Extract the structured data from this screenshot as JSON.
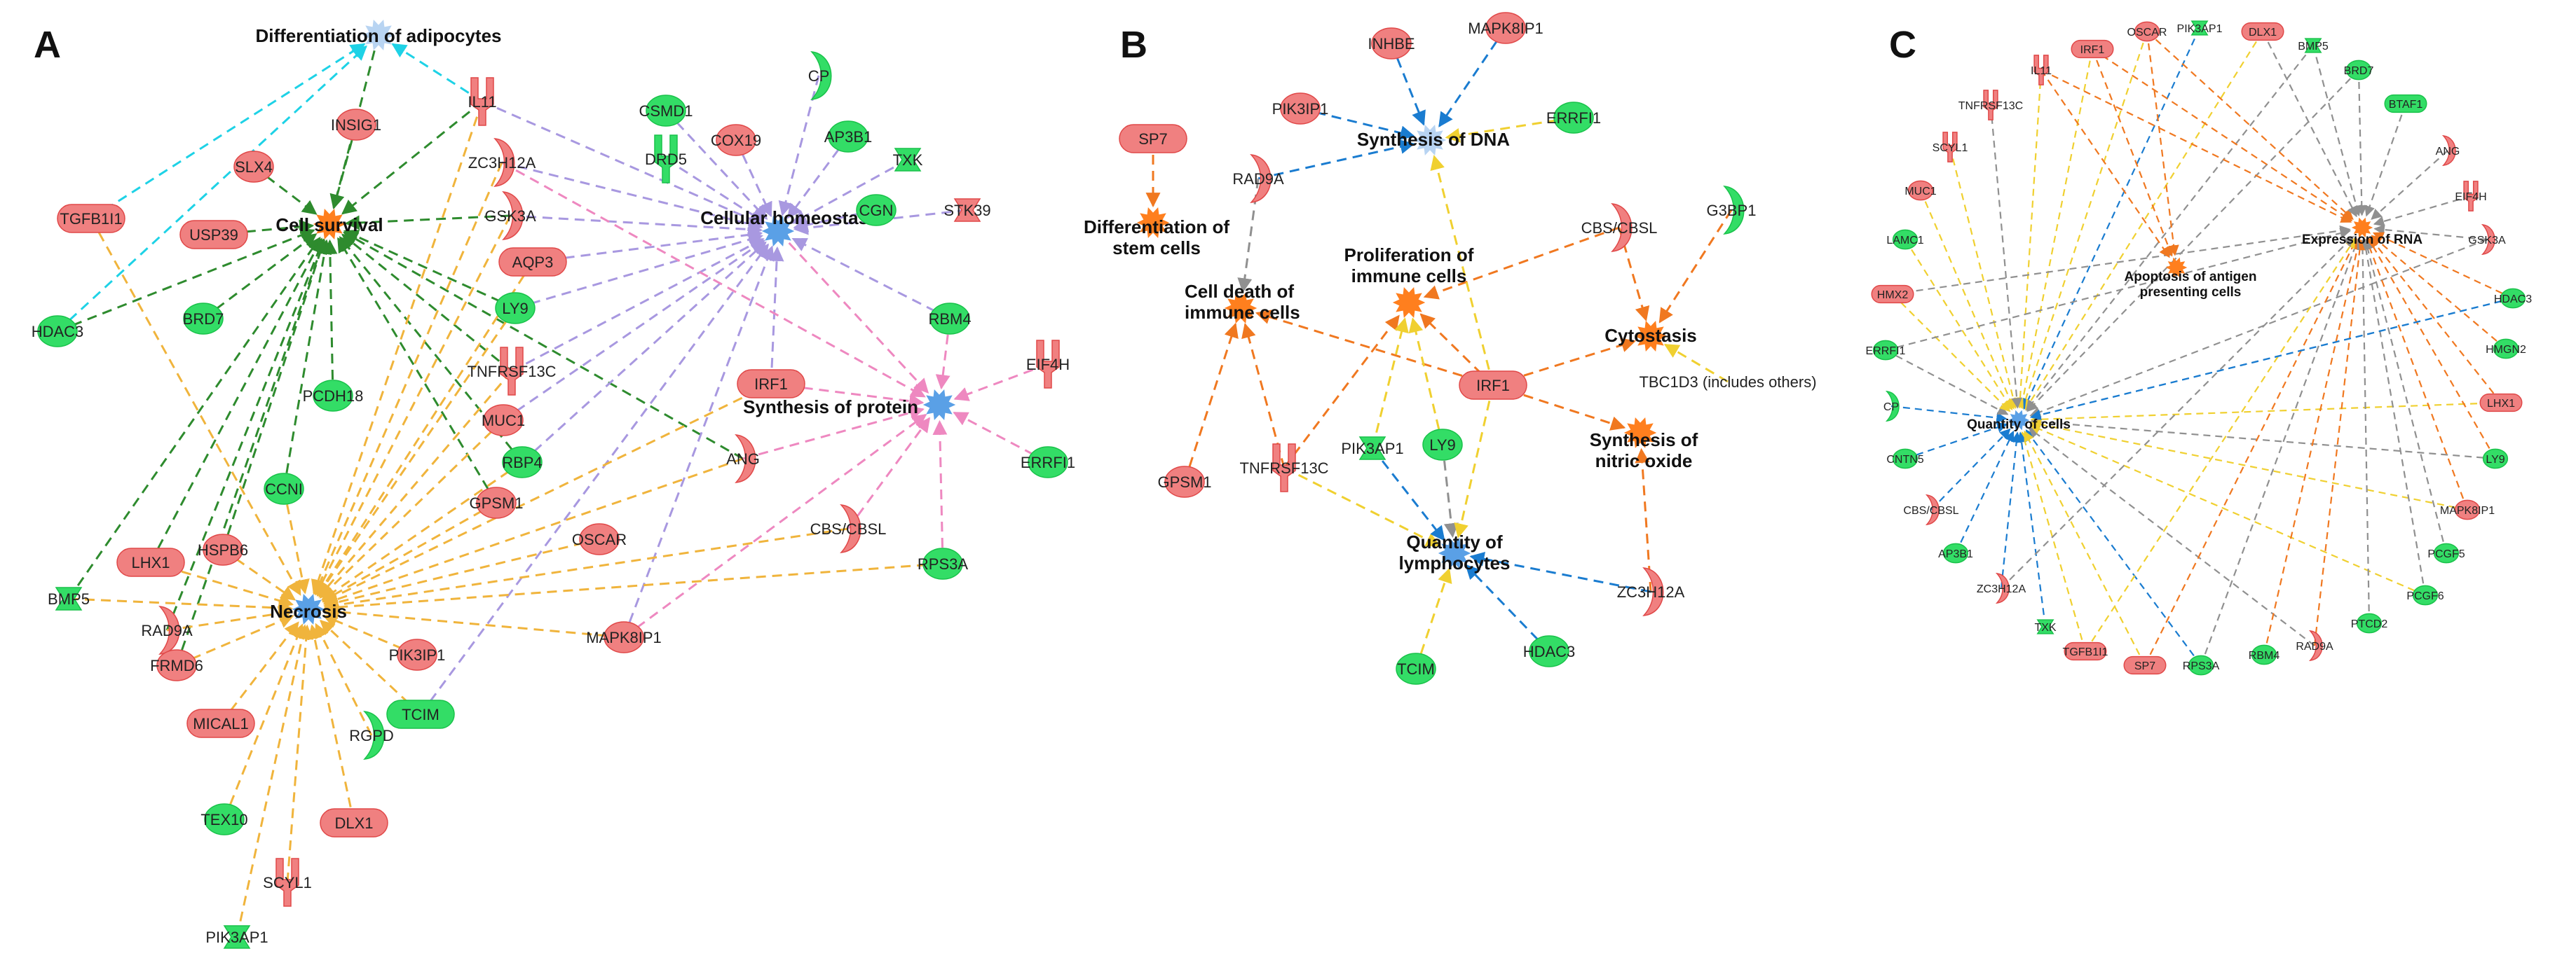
{
  "colors": {
    "up_fill": "#f08080",
    "up_dark": "#e04848",
    "down_fill": "#33dd66",
    "down_dark": "#19c24a",
    "function_orange": "#ff7f1e",
    "function_blue": "#5aa0e6",
    "edge_green": "#2e8b2e",
    "edge_cyan": "#1ed2e6",
    "edge_orange": "#f0b43c",
    "edge_purple": "#a898e0",
    "edge_pink": "#ee88c0",
    "edge_deep_orange": "#f07820",
    "edge_yellow": "#f0d030",
    "edge_blue": "#1a7cd0",
    "edge_gray": "#909090"
  },
  "panels": [
    {
      "id": "A",
      "letter": "A",
      "functions": [
        {
          "id": "adipo",
          "label": "Differentiation of adipocytes",
          "color": "pale_blue"
        },
        {
          "id": "cellsurv",
          "label": "Cell survival",
          "color": "orange"
        },
        {
          "id": "cellhomeo",
          "label": "Cellular homeostasis",
          "color": "blue"
        },
        {
          "id": "synprot",
          "label": "Synthesis of protein",
          "color": "blue"
        },
        {
          "id": "necrosis",
          "label": "Necrosis",
          "color": "blue"
        }
      ],
      "genes": [
        {
          "id": "TGFB1I1",
          "label": "TGFB1I1",
          "reg": "up",
          "shape": "rect"
        },
        {
          "id": "INSIG1",
          "label": "INSIG1",
          "reg": "up",
          "shape": "circle"
        },
        {
          "id": "IL11",
          "label": "IL11",
          "reg": "up",
          "shape": "fork"
        },
        {
          "id": "SLX4",
          "label": "SLX4",
          "reg": "up",
          "shape": "circle"
        },
        {
          "id": "USP39",
          "label": "USP39",
          "reg": "up",
          "shape": "rect"
        },
        {
          "id": "ZC3H12A",
          "label": "ZC3H12A",
          "reg": "up",
          "shape": "crescent"
        },
        {
          "id": "GSK3A",
          "label": "GSK3A",
          "reg": "up",
          "shape": "crescent"
        },
        {
          "id": "AQP3",
          "label": "AQP3",
          "reg": "up",
          "shape": "rect"
        },
        {
          "id": "HDAC3",
          "label": "HDAC3",
          "reg": "down",
          "shape": "circle"
        },
        {
          "id": "BRD7",
          "label": "BRD7",
          "reg": "down",
          "shape": "circle"
        },
        {
          "id": "LY9",
          "label": "LY9",
          "reg": "down",
          "shape": "circle"
        },
        {
          "id": "PCDH18",
          "label": "PCDH18",
          "reg": "down",
          "shape": "circle"
        },
        {
          "id": "TNFRSF13C",
          "label": "TNFRSF13C",
          "reg": "up",
          "shape": "fork"
        },
        {
          "id": "MUC1",
          "label": "MUC1",
          "reg": "up",
          "shape": "circle"
        },
        {
          "id": "RBP4",
          "label": "RBP4",
          "reg": "down",
          "shape": "circle"
        },
        {
          "id": "CCNI",
          "label": "CCNI",
          "reg": "down",
          "shape": "circle"
        },
        {
          "id": "GPSM1",
          "label": "GPSM1",
          "reg": "up",
          "shape": "circle"
        },
        {
          "id": "IRF1",
          "label": "IRF1",
          "reg": "up",
          "shape": "rect"
        },
        {
          "id": "ANG",
          "label": "ANG",
          "reg": "up",
          "shape": "crescent"
        },
        {
          "id": "OSCAR",
          "label": "OSCAR",
          "reg": "up",
          "shape": "circle"
        },
        {
          "id": "LHX1",
          "label": "LHX1",
          "reg": "up",
          "shape": "rect"
        },
        {
          "id": "HSPB6",
          "label": "HSPB6",
          "reg": "up",
          "shape": "circle"
        },
        {
          "id": "BMP5",
          "label": "BMP5",
          "reg": "down",
          "shape": "diamond"
        },
        {
          "id": "RAD9A",
          "label": "RAD9A",
          "reg": "up",
          "shape": "crescent"
        },
        {
          "id": "FRMD6",
          "label": "FRMD6",
          "reg": "up",
          "shape": "circle"
        },
        {
          "id": "MICAL1",
          "label": "MICAL1",
          "reg": "up",
          "shape": "rect"
        },
        {
          "id": "TEX10",
          "label": "TEX10",
          "reg": "down",
          "shape": "circle"
        },
        {
          "id": "DLX1",
          "label": "DLX1",
          "reg": "up",
          "shape": "rect"
        },
        {
          "id": "SCYL1",
          "label": "SCYL1",
          "reg": "up",
          "shape": "fork"
        },
        {
          "id": "PIK3AP1",
          "label": "PIK3AP1",
          "reg": "down",
          "shape": "diamond"
        },
        {
          "id": "RGPD",
          "label": "RGPD",
          "reg": "down",
          "shape": "crescent"
        },
        {
          "id": "TCIM",
          "label": "TCIM",
          "reg": "down",
          "shape": "rect"
        },
        {
          "id": "PIK3IP1",
          "label": "PIK3IP1",
          "reg": "up",
          "shape": "circle"
        },
        {
          "id": "MAPK8IP1",
          "label": "MAPK8IP1",
          "reg": "up",
          "shape": "circle"
        },
        {
          "id": "CBSCBSL",
          "label": "CBS/CBSL",
          "reg": "up",
          "shape": "crescent"
        },
        {
          "id": "RPS3A",
          "label": "RPS3A",
          "reg": "down",
          "shape": "circle"
        },
        {
          "id": "RBM4",
          "label": "RBM4",
          "reg": "down",
          "shape": "circle"
        },
        {
          "id": "EIF4H",
          "label": "EIF4H",
          "reg": "up",
          "shape": "fork"
        },
        {
          "id": "ERRFI1",
          "label": "ERRFI1",
          "reg": "down",
          "shape": "circle"
        },
        {
          "id": "CSMD1",
          "label": "CSMD1",
          "reg": "down",
          "shape": "circle"
        },
        {
          "id": "CP",
          "label": "CP",
          "reg": "down",
          "shape": "crescent"
        },
        {
          "id": "DRD5",
          "label": "DRD5",
          "reg": "down",
          "shape": "fork"
        },
        {
          "id": "COX19",
          "label": "COX19",
          "reg": "up",
          "shape": "circle"
        },
        {
          "id": "AP3B1",
          "label": "AP3B1",
          "reg": "down",
          "shape": "circle"
        },
        {
          "id": "TXK",
          "label": "TXK",
          "reg": "down",
          "shape": "diamond"
        },
        {
          "id": "CGN",
          "label": "CGN",
          "reg": "down",
          "shape": "circle"
        },
        {
          "id": "STK39",
          "label": "STK39",
          "reg": "up",
          "shape": "diamond"
        }
      ]
    },
    {
      "id": "B",
      "letter": "B",
      "functions": [
        {
          "id": "syndna",
          "label": "Synthesis of DNA",
          "color": "pale_blue"
        },
        {
          "id": "diffstem",
          "label": "Differentiation of stem cells",
          "color": "orange"
        },
        {
          "id": "celldeath",
          "label": "Cell death of immune cells",
          "color": "orange"
        },
        {
          "id": "prolif",
          "label": "Proliferation of immune cells",
          "color": "orange"
        },
        {
          "id": "cytostasis",
          "label": "Cytostasis",
          "color": "orange"
        },
        {
          "id": "nitric",
          "label": "Synthesis of nitric oxide",
          "color": "orange"
        },
        {
          "id": "quantlym",
          "label": "Quantity of lymphocytes",
          "color": "blue"
        }
      ],
      "genes": [
        {
          "id": "SP7",
          "label": "SP7",
          "reg": "up",
          "shape": "rect"
        },
        {
          "id": "INHBE",
          "label": "INHBE",
          "reg": "up",
          "shape": "circle"
        },
        {
          "id": "MAPK8IP1",
          "label": "MAPK8IP1",
          "reg": "up",
          "shape": "circle"
        },
        {
          "id": "PIK3IP1",
          "label": "PIK3IP1",
          "reg": "up",
          "shape": "circle"
        },
        {
          "id": "ERRFI1",
          "label": "ERRFI1",
          "reg": "down",
          "shape": "circle"
        },
        {
          "id": "RAD9A",
          "label": "RAD9A",
          "reg": "up",
          "shape": "crescent"
        },
        {
          "id": "CBSCBSL",
          "label": "CBS/CBSL",
          "reg": "up",
          "shape": "crescent"
        },
        {
          "id": "G3BP1",
          "label": "G3BP1",
          "reg": "down",
          "shape": "crescent"
        },
        {
          "id": "IRF1",
          "label": "IRF1",
          "reg": "up",
          "shape": "rect"
        },
        {
          "id": "TBC1D3",
          "label": "TBC1D3 (includes others)",
          "reg": "none",
          "shape": "none"
        },
        {
          "id": "PIK3AP1",
          "label": "PIK3AP1",
          "reg": "down",
          "shape": "diamond"
        },
        {
          "id": "LY9",
          "label": "LY9",
          "reg": "down",
          "shape": "circle"
        },
        {
          "id": "GPSM1",
          "label": "GPSM1",
          "reg": "up",
          "shape": "circle"
        },
        {
          "id": "TNFRSF13C",
          "label": "TNFRSF13C",
          "reg": "up",
          "shape": "fork"
        },
        {
          "id": "ZC3H12A",
          "label": "ZC3H12A",
          "reg": "up",
          "shape": "crescent"
        },
        {
          "id": "HDAC3",
          "label": "HDAC3",
          "reg": "down",
          "shape": "circle"
        },
        {
          "id": "TCIM",
          "label": "TCIM",
          "reg": "down",
          "shape": "circle"
        }
      ]
    },
    {
      "id": "C",
      "letter": "C",
      "functions": [
        {
          "id": "exprrna",
          "label": "Expression of RNA",
          "color": "orange"
        },
        {
          "id": "apoptosis",
          "label": "Apoptosis of antigen presenting cells",
          "color": "orange"
        },
        {
          "id": "quantcells",
          "label": "Quantity of cells",
          "color": "blue"
        }
      ],
      "genes": [
        {
          "id": "IL11",
          "label": "IL11",
          "reg": "up",
          "shape": "fork"
        },
        {
          "id": "IRF1",
          "label": "IRF1",
          "reg": "up",
          "shape": "rect"
        },
        {
          "id": "OSCAR",
          "label": "OSCAR",
          "reg": "up",
          "shape": "circle"
        },
        {
          "id": "PIK3AP1",
          "label": "PIK3AP1",
          "reg": "down",
          "shape": "diamond"
        },
        {
          "id": "DLX1",
          "label": "DLX1",
          "reg": "up",
          "shape": "rect"
        },
        {
          "id": "BMP5",
          "label": "BMP5",
          "reg": "down",
          "shape": "diamond"
        },
        {
          "id": "BRD7",
          "label": "BRD7",
          "reg": "down",
          "shape": "circle"
        },
        {
          "id": "BTAF1",
          "label": "BTAF1",
          "reg": "down",
          "shape": "rect"
        },
        {
          "id": "ANG",
          "label": "ANG",
          "reg": "up",
          "shape": "crescent"
        },
        {
          "id": "EIF4H",
          "label": "EIF4H",
          "reg": "up",
          "shape": "fork"
        },
        {
          "id": "GSK3A",
          "label": "GSK3A",
          "reg": "up",
          "shape": "crescent"
        },
        {
          "id": "HDAC3",
          "label": "HDAC3",
          "reg": "down",
          "shape": "circle"
        },
        {
          "id": "HMGN2",
          "label": "HMGN2",
          "reg": "down",
          "shape": "circle"
        },
        {
          "id": "LHX1",
          "label": "LHX1",
          "reg": "up",
          "shape": "rect"
        },
        {
          "id": "LY9",
          "label": "LY9",
          "reg": "down",
          "shape": "circle"
        },
        {
          "id": "MAPK8IP1",
          "label": "MAPK8IP1",
          "reg": "up",
          "shape": "circle"
        },
        {
          "id": "PCGF5",
          "label": "PCGF5",
          "reg": "down",
          "shape": "circle"
        },
        {
          "id": "PCGF6",
          "label": "PCGF6",
          "reg": "down",
          "shape": "circle"
        },
        {
          "id": "PTCD2",
          "label": "PTCD2",
          "reg": "down",
          "shape": "circle"
        },
        {
          "id": "RAD9A",
          "label": "RAD9A",
          "reg": "up",
          "shape": "crescent"
        },
        {
          "id": "RBM4",
          "label": "RBM4",
          "reg": "down",
          "shape": "circle"
        },
        {
          "id": "RPS3A",
          "label": "RPS3A",
          "reg": "down",
          "shape": "circle"
        },
        {
          "id": "SP7",
          "label": "SP7",
          "reg": "up",
          "shape": "rect"
        },
        {
          "id": "TGFB1I1",
          "label": "TGFB1I1",
          "reg": "up",
          "shape": "rect"
        },
        {
          "id": "TXK",
          "label": "TXK",
          "reg": "down",
          "shape": "diamond"
        },
        {
          "id": "ZC3H12A",
          "label": "ZC3H12A",
          "reg": "up",
          "shape": "crescent"
        },
        {
          "id": "AP3B1",
          "label": "AP3B1",
          "reg": "down",
          "shape": "circle"
        },
        {
          "id": "CBSCBSL",
          "label": "CBS/CBSL",
          "reg": "up",
          "shape": "crescent"
        },
        {
          "id": "CNTN5",
          "label": "CNTN5",
          "reg": "down",
          "shape": "circle"
        },
        {
          "id": "CP",
          "label": "CP",
          "reg": "down",
          "shape": "crescent"
        },
        {
          "id": "ERRFI1",
          "label": "ERRFI1",
          "reg": "down",
          "shape": "circle"
        },
        {
          "id": "HMX2",
          "label": "HMX2",
          "reg": "up",
          "shape": "rect"
        },
        {
          "id": "LAMC1",
          "label": "LAMC1",
          "reg": "down",
          "shape": "circle"
        },
        {
          "id": "MUC1",
          "label": "MUC1",
          "reg": "up",
          "shape": "circle"
        },
        {
          "id": "SCYL1",
          "label": "SCYL1",
          "reg": "up",
          "shape": "fork"
        },
        {
          "id": "TNFRSF13C",
          "label": "TNFRSF13C",
          "reg": "up",
          "shape": "fork"
        }
      ]
    }
  ]
}
